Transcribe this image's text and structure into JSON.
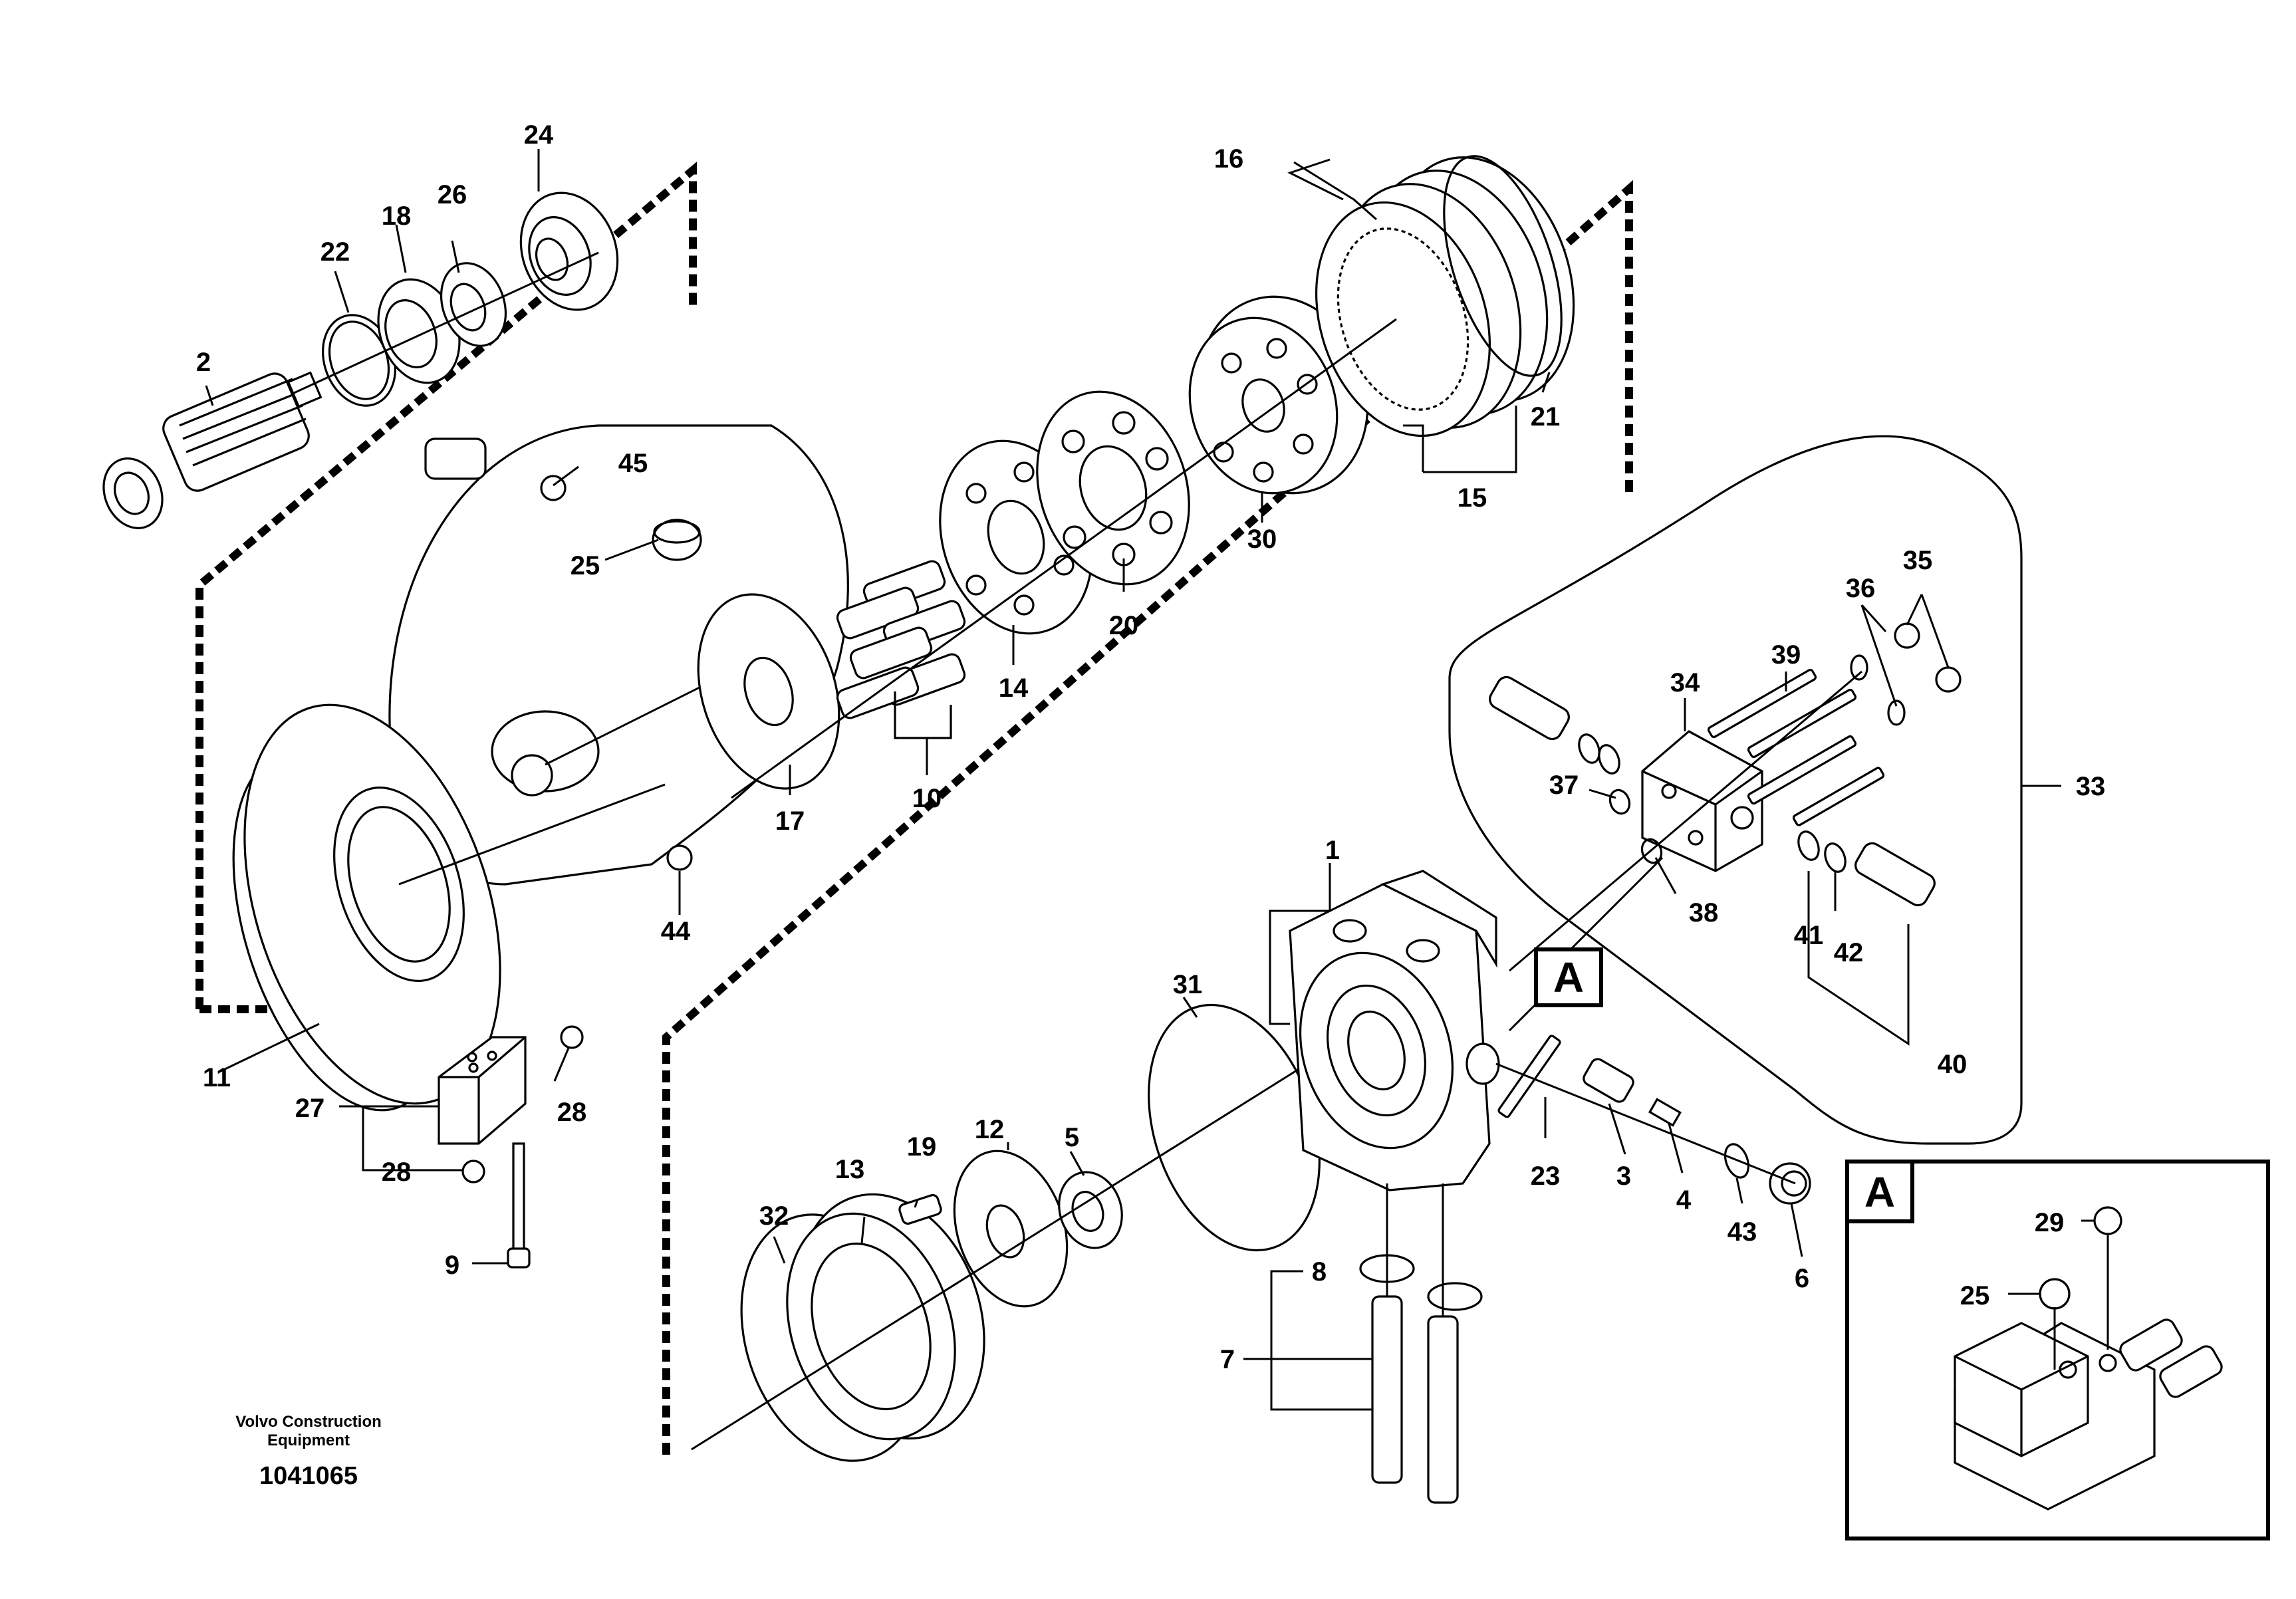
{
  "credit": {
    "line1": "Volvo Construction",
    "line2": "Equipment",
    "ref": "1041065"
  },
  "detail": {
    "label": "A",
    "tag": "A"
  },
  "callouts": {
    "c1": "1",
    "c2": "2",
    "c3": "3",
    "c4": "4",
    "c5": "5",
    "c6": "6",
    "c7": "7",
    "c8": "8",
    "c9": "9",
    "c10": "10",
    "c11": "11",
    "c12": "12",
    "c13": "13",
    "c14": "14",
    "c15": "15",
    "c16": "16",
    "c17": "17",
    "c18": "18",
    "c19": "19",
    "c20": "20",
    "c21": "21",
    "c22": "22",
    "c23": "23",
    "c24": "24",
    "c25a": "25",
    "c25b": "25",
    "c26": "26",
    "c27": "27",
    "c28a": "28",
    "c28b": "28",
    "c29": "29",
    "c30": "30",
    "c31": "31",
    "c32": "32",
    "c33": "33",
    "c34": "34",
    "c35": "35",
    "c36": "36",
    "c37": "37",
    "c38": "38",
    "c39": "39",
    "c40": "40",
    "c41": "41",
    "c42": "42",
    "c43": "43",
    "c44": "44",
    "c45": "45"
  }
}
